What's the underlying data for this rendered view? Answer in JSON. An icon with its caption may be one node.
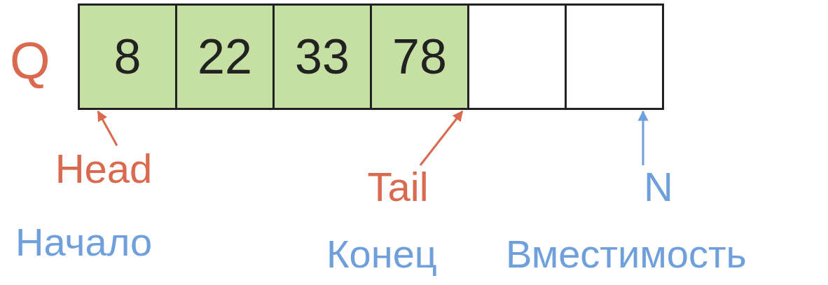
{
  "diagram": {
    "nodes": [
      {
        "text": [
          "8"
        ]
      },
      {
        "text": [
          "22"
        ]
      },
      {
        "text": [
          "33"
        ]
      },
      {
        "text": [
          "78"
        ]
      },
      {
        "text": [],
        "shape": "box"
      },
      {
        "text": [],
        "shape": "box"
      },
      {
        "text": [
          "Head"
        ]
      },
      {
        "text": [
          "Tail"
        ]
      },
      {
        "text": [
          "N"
        ]
      }
    ],
    "edges": [
      {
        "from": 6,
        "to": 0,
        "arrow": "to"
      },
      {
        "from": 7,
        "to": 3,
        "arrow": "to"
      },
      {
        "from": 8,
        "to": 5,
        "arrow": "to",
        "color": "#6fa0dc"
      }
    ],
    "labels": [
      "Q",
      "Начало",
      "Конец",
      "Вместимость"
    ]
  }
}
